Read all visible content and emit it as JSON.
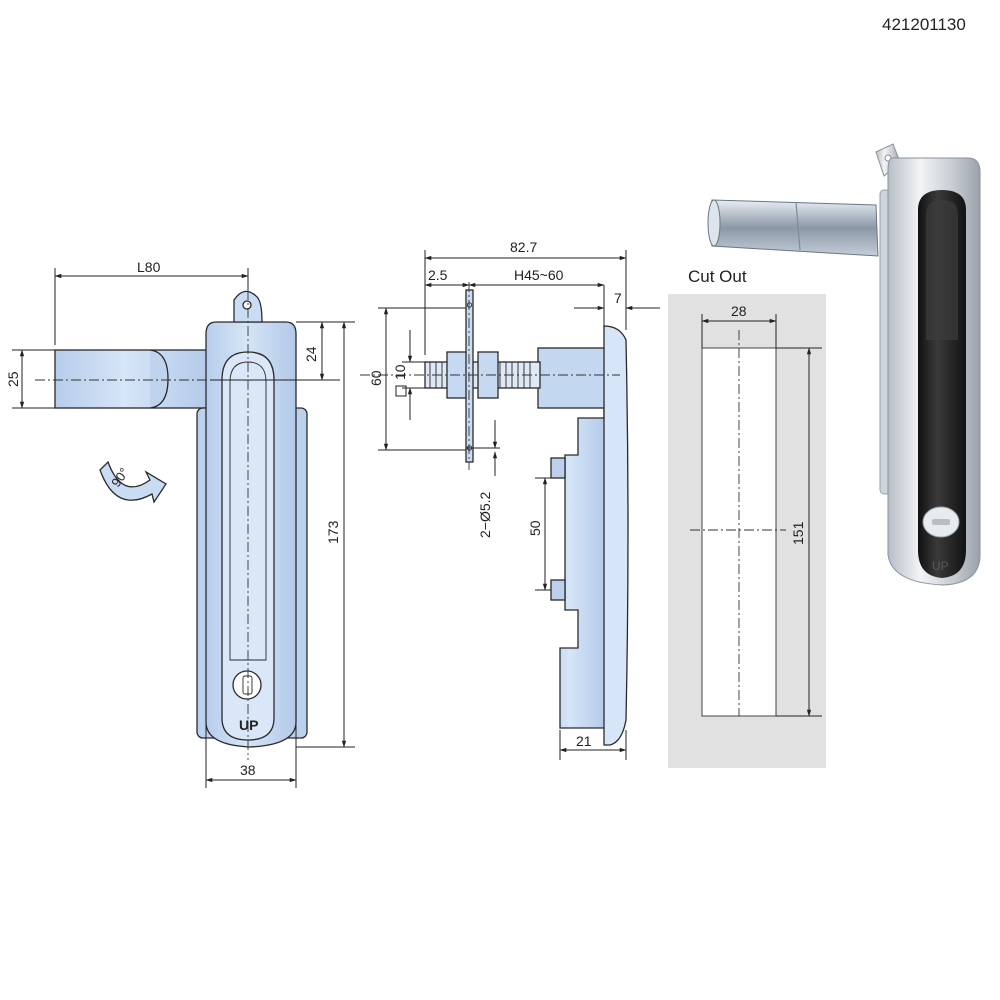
{
  "part_number": "421201130",
  "front_view": {
    "dim_l": "L80",
    "dim_25": "25",
    "dim_24": "24",
    "dim_173": "173",
    "dim_38": "38",
    "rotation": "90°",
    "up_text": "UP"
  },
  "side_view": {
    "dim_82_7": "82.7",
    "dim_2_5": "2.5",
    "dim_h": "H45~60",
    "dim_7": "7",
    "dim_60": "60",
    "dim_10": "10",
    "dim_holes": "2−Ø5.2",
    "dim_50": "50",
    "dim_21": "21"
  },
  "cutout": {
    "title": "Cut Out",
    "dim_28": "28",
    "dim_151": "151"
  },
  "photo": {
    "up_text": "UP"
  },
  "colors": {
    "part_fill": "#c9dcf3",
    "part_shade": "#a9c4e6",
    "cutout_bg": "#e1e1e1",
    "handle_black": "#202020",
    "chrome": "#d9dde2"
  }
}
